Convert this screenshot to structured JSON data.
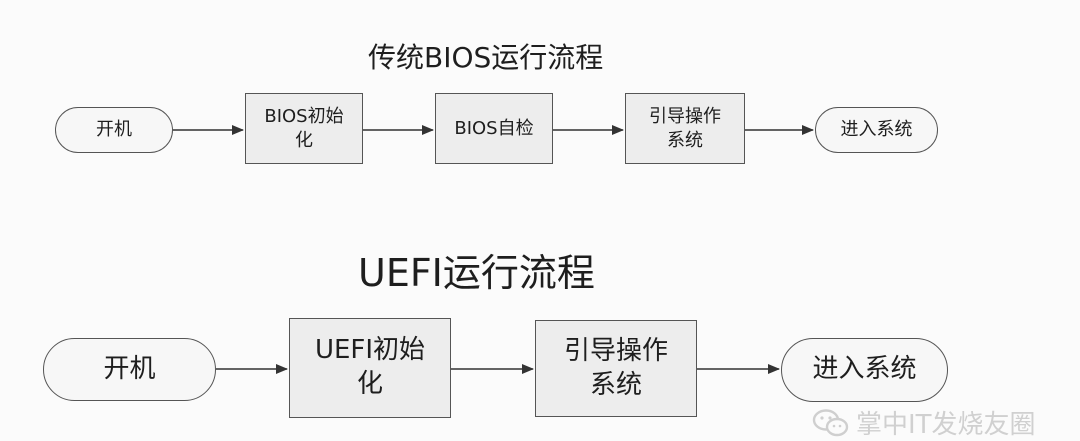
{
  "bios_flow": {
    "title": "传统BIOS运行流程",
    "steps": [
      "开机",
      "BIOS初始化",
      "BIOS自检",
      "引导操作系统",
      "进入系统"
    ]
  },
  "uefi_flow": {
    "title": "UEFI运行流程",
    "steps": [
      "开机",
      "UEFI初始化",
      "引导操作系统",
      "进入系统"
    ]
  },
  "watermark": {
    "text": "掌中IT发烧友圈",
    "icon": "wechat-logo-icon"
  }
}
